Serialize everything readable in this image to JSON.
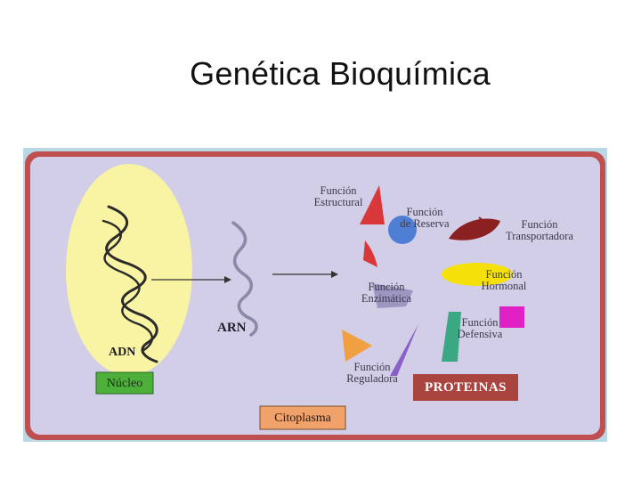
{
  "title": "Genética Bioquímica",
  "colors": {
    "frame": "#c0504f",
    "panel": "#d2cee8",
    "nucleus": "#f8f4a4",
    "proteins_box": "#a9443f",
    "nucleo_box": "#4caf3a",
    "citoplasma_box": "#f0a26a"
  },
  "diagram": {
    "adn": "ADN",
    "arn": "ARN",
    "nucleo": "Núcleo",
    "citoplasma": "Citoplasma",
    "proteinas": "PROTEINAS",
    "functions": {
      "estructural": [
        "Función",
        "Estructural"
      ],
      "reserva": [
        "Función",
        "de Reserva"
      ],
      "transportadora": [
        "Función",
        "Transportadora"
      ],
      "hormonal": [
        "Función",
        "Hormonal"
      ],
      "enzimatica": [
        "Función",
        "Enzimática"
      ],
      "defensiva": [
        "Función",
        "Defensiva"
      ],
      "reguladora": [
        "Función",
        "Reguladora"
      ]
    }
  }
}
